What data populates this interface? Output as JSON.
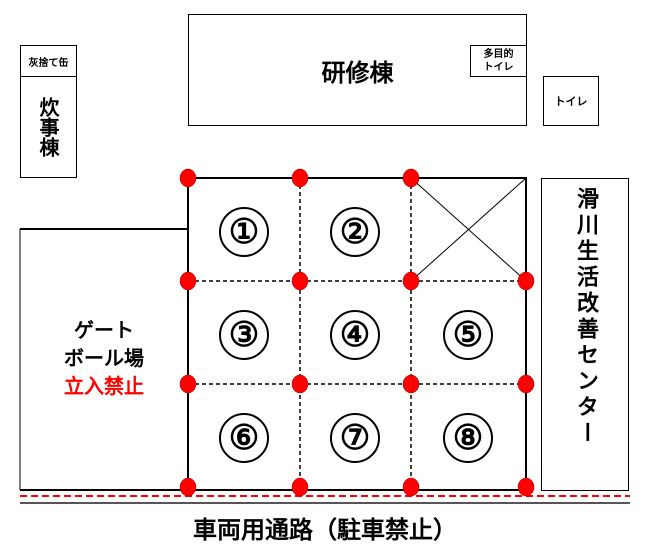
{
  "buildings": {
    "ash_can": "灰捨て缶",
    "kitchen": "炊事棟",
    "training": "研修棟",
    "multi_toilet_1": "多目的",
    "multi_toilet_2": "トイレ",
    "toilet": "トイレ",
    "center": "滑川生活改善センター"
  },
  "gateball": {
    "line1": "ゲート",
    "line2": "ボール場",
    "warning": "立入禁止"
  },
  "plots": [
    "①",
    "②",
    "③",
    "④",
    "⑤",
    "⑥",
    "⑦",
    "⑧"
  ],
  "road": "車両用通路（駐車禁止）",
  "colors": {
    "marker": "#ff0000",
    "warning": "#ff0000"
  }
}
